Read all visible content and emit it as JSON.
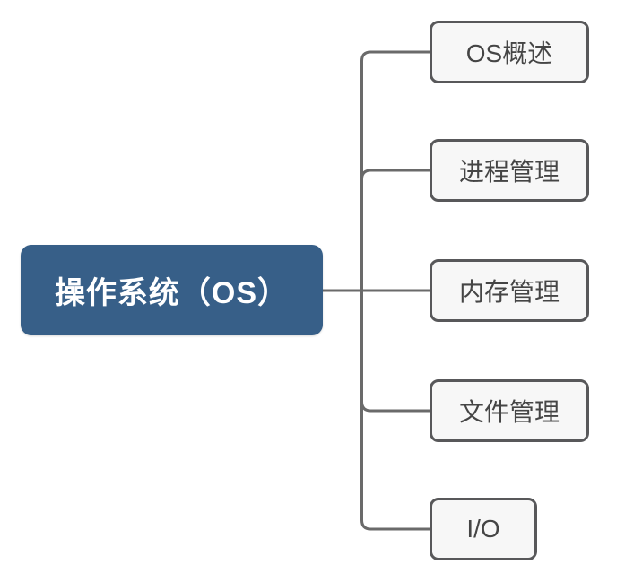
{
  "diagram": {
    "type": "mindmap",
    "root": {
      "label": "操作系统（OS）"
    },
    "children": [
      {
        "label": "OS概述"
      },
      {
        "label": "进程管理"
      },
      {
        "label": "内存管理"
      },
      {
        "label": "文件管理"
      },
      {
        "label": "I/O"
      }
    ],
    "colors": {
      "canvas_bg": "#FFFFFF",
      "root_bg": "#375F88",
      "root_text": "#FFFFFF",
      "child_bg": "#F7F7F7",
      "child_border": "#58585A",
      "child_text": "#454545",
      "connector": "#6A6A6A"
    }
  }
}
